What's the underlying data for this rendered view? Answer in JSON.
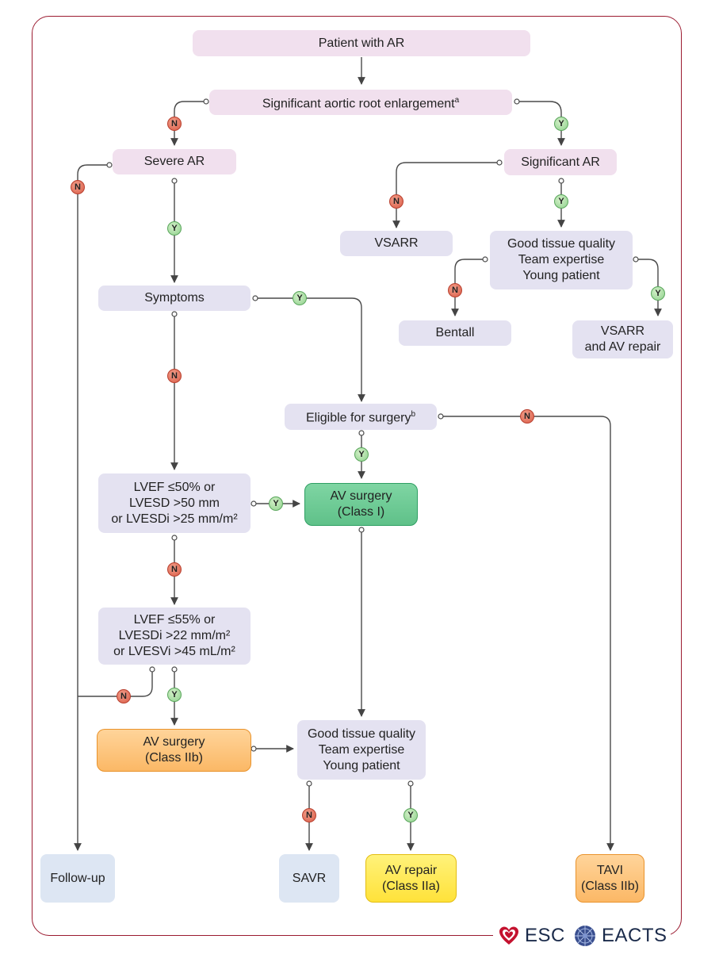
{
  "nodes": {
    "start": "Patient with AR",
    "root": "Significant aortic root enlargement",
    "root_sup": "a",
    "severe": "Severe AR",
    "significant": "Significant AR",
    "vsarr": "VSARR",
    "tissue_top": [
      "Good tissue quality",
      "Team expertise",
      "Young patient"
    ],
    "bentall": "Bentall",
    "vsarr_repair": [
      "VSARR",
      "and AV repair"
    ],
    "symptoms": "Symptoms",
    "eligible": "Eligible for surgery",
    "eligible_sup": "b",
    "lvef50": [
      "LVEF ≤50% or",
      "LVESD >50 mm",
      "or LVESDi >25 mm/m²"
    ],
    "av_class1": [
      "AV surgery",
      "(Class I)"
    ],
    "lvef55": [
      "LVEF ≤55% or",
      "LVESDi >22 mm/m²",
      "or LVESVi >45 mL/m²"
    ],
    "av_class2b": [
      "AV surgery",
      "(Class IIb)"
    ],
    "tissue_bottom": [
      "Good tissue quality",
      "Team expertise",
      "Young patient"
    ],
    "followup": "Follow-up",
    "savr": "SAVR",
    "av_repair": [
      "AV repair",
      "(Class IIa)"
    ],
    "tavi": [
      "TAVI",
      "(Class IIb)"
    ]
  },
  "badges": {
    "no": "N",
    "yes": "Y"
  },
  "logos": {
    "esc": "ESC",
    "eacts": "EACTS"
  },
  "colors": {
    "frame": "#9b1b30",
    "line": "#4a4a4a",
    "class1": "#5fc189",
    "class2b": "#fbb866",
    "class2a": "#ffe23a"
  }
}
